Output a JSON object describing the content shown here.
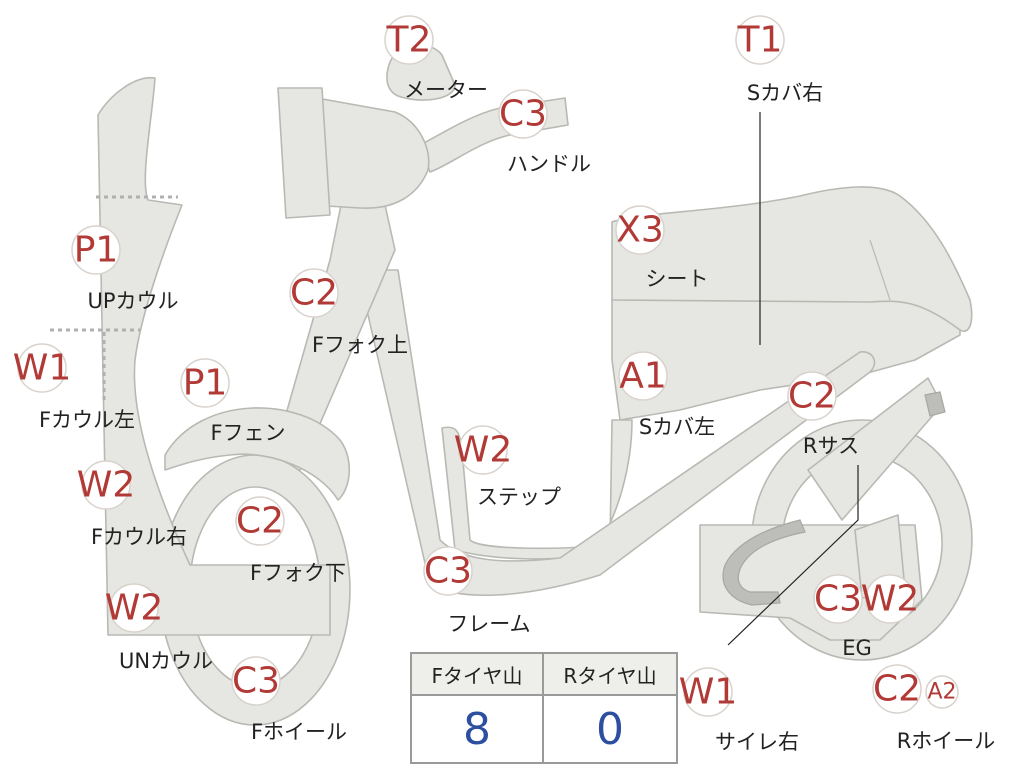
{
  "colors": {
    "badge_text": "#b23a36",
    "body_fill": "#e6e6e2",
    "outline": "#b9b9b4",
    "table_value": "#2d4fa0"
  },
  "badges": [
    {
      "id": "p1-upcowl",
      "code": "P1",
      "label": "UPカウル"
    },
    {
      "id": "w1-fcowl-left",
      "code": "W1",
      "label": "Fカウル左"
    },
    {
      "id": "w2-fcowl-right",
      "code": "W2",
      "label": "Fカウル右"
    },
    {
      "id": "w2-uncowl",
      "code": "W2",
      "label": "UNカウル"
    },
    {
      "id": "p1-ffender",
      "code": "P1",
      "label": "Fフェン"
    },
    {
      "id": "c2-ffork-upper",
      "code": "C2",
      "label": "Fフォク上"
    },
    {
      "id": "c2-ffork-lower",
      "code": "C2",
      "label": "Fフォク下"
    },
    {
      "id": "c3-fwheel",
      "code": "C3",
      "label": "Fホイール"
    },
    {
      "id": "t2-meter",
      "code": "T2",
      "label": "メーター"
    },
    {
      "id": "c3-handle",
      "code": "C3",
      "label": "ハンドル"
    },
    {
      "id": "w2-step",
      "code": "W2",
      "label": "ステップ"
    },
    {
      "id": "c3-frame",
      "code": "C3",
      "label": "フレーム"
    },
    {
      "id": "x3-seat",
      "code": "X3",
      "label": "シート"
    },
    {
      "id": "t1-scover-right",
      "code": "T1",
      "label": "Sカバ右"
    },
    {
      "id": "a1-scover-left",
      "code": "A1",
      "label": "Sカバ左"
    },
    {
      "id": "c2-rsus",
      "code": "C2",
      "label": "Rサス"
    },
    {
      "id": "c3-eg",
      "code": "C3",
      "label": "EG"
    },
    {
      "id": "w2-eg",
      "code": "W2",
      "label": ""
    },
    {
      "id": "w1-muffler-right",
      "code": "W1",
      "label": "サイレ右"
    },
    {
      "id": "c2-rwheel",
      "code": "C2",
      "label": "Rホイール"
    },
    {
      "id": "a2-rwheel",
      "code": "A2",
      "label": ""
    }
  ],
  "tire_table": {
    "headers": [
      "Fタイヤ山",
      "Rタイヤ山"
    ],
    "values": [
      "8",
      "0"
    ]
  }
}
